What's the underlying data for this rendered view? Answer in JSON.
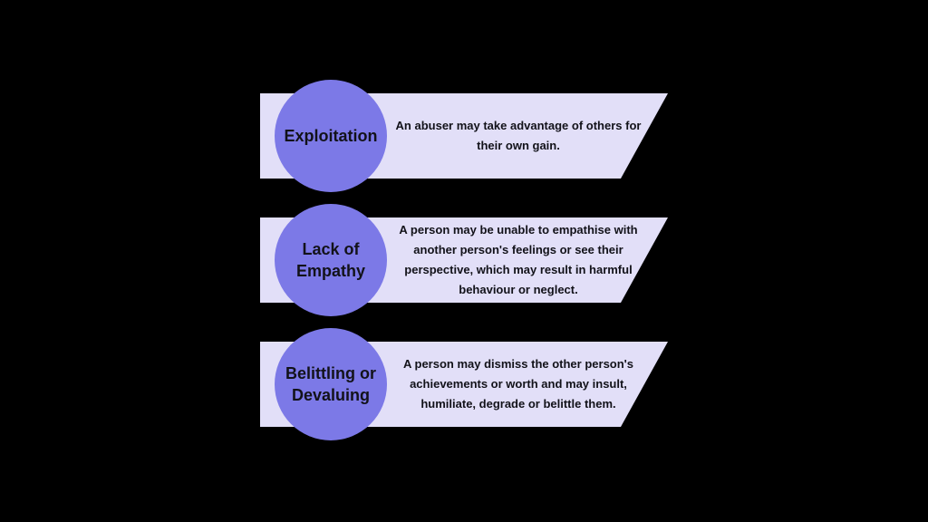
{
  "colors": {
    "background": "#000000",
    "circle": "#7c79e7",
    "banner": "#e2dff8",
    "text": "#121219"
  },
  "rows": [
    {
      "title": "Exploitation",
      "description": "An abuser may take advantage of others for their own gain."
    },
    {
      "title": "Lack of Empathy",
      "description": "A person may be unable to empathise with another person's feelings or see their perspective, which may result in harmful behaviour or neglect."
    },
    {
      "title": "Belittling or Devaluing",
      "description": "A person may dismiss the other person's achievements or worth and may insult, humiliate, degrade or belittle them."
    }
  ]
}
